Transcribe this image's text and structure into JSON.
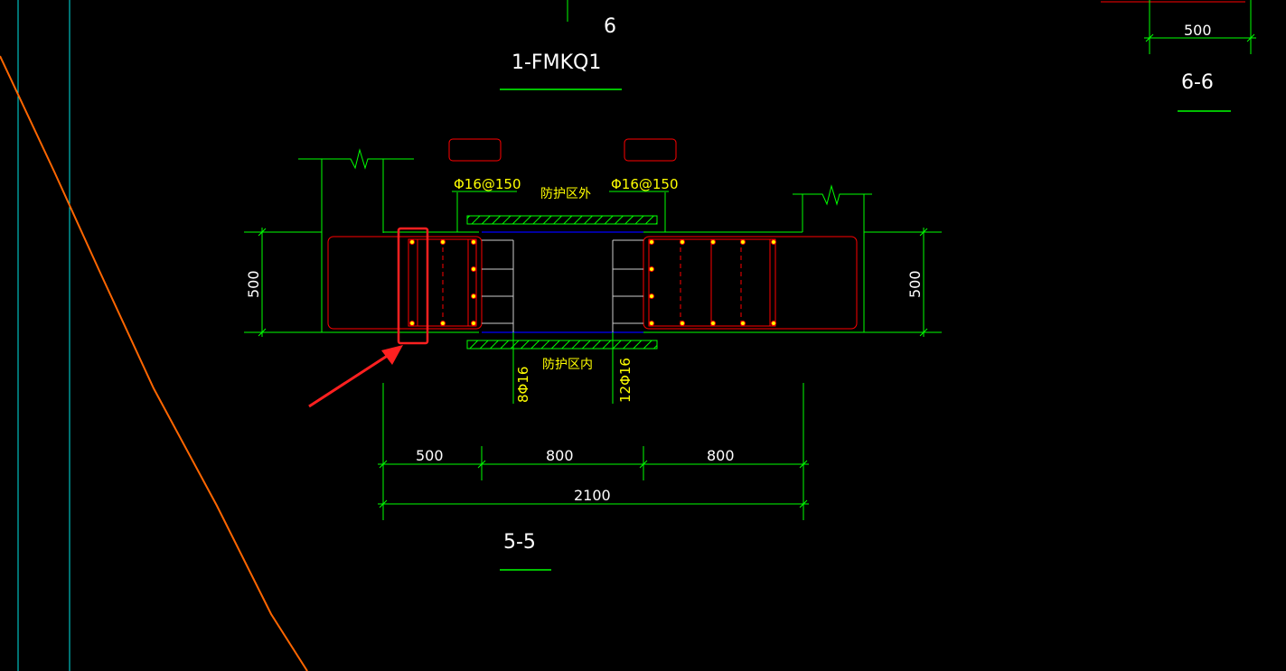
{
  "canvas": {
    "view_number": "6",
    "drawing_code": "1-FMKQ1",
    "section_titles": {
      "main": "5-5",
      "right": "6-6"
    }
  },
  "dimensions": {
    "top_right": "500",
    "left_height": "500",
    "right_height": "500",
    "bottom_segments": [
      "500",
      "800",
      "800"
    ],
    "bottom_total": "2100"
  },
  "rebar": {
    "top_left": "Φ16@150",
    "top_right": "Φ16@150",
    "bottom_left": "8Φ16",
    "bottom_right": "12Φ16"
  },
  "zones": {
    "outside": "防护区外",
    "inside": "防护区内"
  },
  "colors": {
    "background": "#000000",
    "dimension_lines": "#00ff00",
    "outline": "#ff0000",
    "rebar_text": "#ffff00",
    "blue_lines": "#0000ff",
    "cyan_axis": "#00e5e5",
    "orange_curve": "#ff6600",
    "highlight": "#ff2020"
  },
  "annotations": {
    "highlight_box": "red-rectangle",
    "pointer": "red-arrow"
  }
}
